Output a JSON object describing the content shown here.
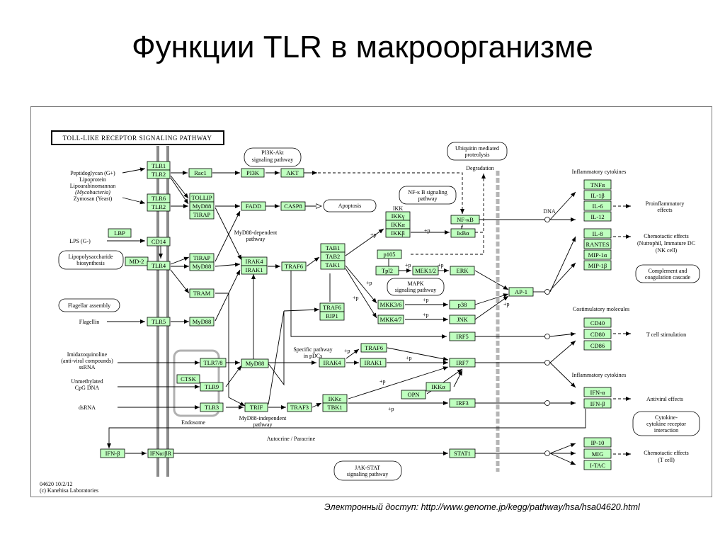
{
  "slide_title": "Функции TLR в макроорганизме",
  "caption": "Электронный доступ: http://www.genome.jp/kegg/pathway/hsa/hsa04620.html",
  "diagram": {
    "header": "TOLL-LIKE RECEPTOR SIGNALING PATHWAY",
    "footer_date": "04620 10/2/12",
    "footer_copyright": "(c) Kanehisa Laboratories",
    "ligands": {
      "pg_1": "Peptidoglycan (G+)",
      "pg_2": "Lipoprotein",
      "pg_3": "Lipoarabinomannan",
      "pg_4": "(Mycobacteria)",
      "pg_5": "Zymosan (Yeast)",
      "lps": "LPS (G-)",
      "flagellin": "Flagellin",
      "imid_1": "Imidazoquinoline",
      "imid_2": "(anti-viral compounds)",
      "imid_3": "ssRNA",
      "cpg_1": "Unmethylated",
      "cpg_2": "CpG DNA",
      "dsrna": "dsRNA"
    },
    "notes": {
      "lps_bio_1": "Lipopolysaccharide",
      "lps_bio_2": "biosynthesis",
      "flag_asm": "Flagellar assembly",
      "pi3k_1": "PI3K-Akt",
      "pi3k_2": "signaling pathway",
      "apoptosis": "Apoptosis",
      "nfkb_1": "NF-κ B signaling",
      "nfkb_2": "pathway",
      "ubiq_1": "Ubiquitin mediated",
      "ubiq_2": "proteolysis",
      "degradation": "Degradation",
      "mapk_1": "MAPK",
      "mapk_2": "signaling pathway",
      "myd88_dep_1": "MyD88-dependent",
      "myd88_dep_2": "pathway",
      "myd88_ind_1": "MyD88-independent",
      "myd88_ind_2": "pathway",
      "specific_1": "Specific pathway",
      "specific_2": "in pDCs",
      "endosome": "Endosome",
      "autocrine": "Autocrine / Paracrine",
      "jak_1": "JAK-STAT",
      "jak_2": "signaling pathway",
      "ikk": "IKK",
      "dna": "DNA",
      "complement_1": "Complement and",
      "complement_2": "coagulation cascade",
      "cytokine_1": "Cytokine-",
      "cytokine_2": "cytokine receptor",
      "cytokine_3": "interaction"
    },
    "outputs": {
      "infl_cyt_1": "Inflammatory cytokines",
      "proinfl_1": "Proinflammatory",
      "proinfl_2": "effects",
      "chemo_1": "Chemotactic effects",
      "chemo_2": "(Nutrophil, Immature DC",
      "chemo_3": "(NK cell)",
      "costim": "Costimulatory molecules",
      "tcell": "T cell stimulation",
      "infl_cyt_2": "Inflammatory cytokines",
      "antiviral": "Antiviral effects",
      "chemo2_1": "Chemotactic effects",
      "chemo2_2": "(T cell)"
    },
    "genes": {
      "tlr1": "TLR1",
      "tlr2a": "TLR2",
      "tlr6": "TLR6",
      "tlr2b": "TLR2",
      "lbp": "LBP",
      "cd14": "CD14",
      "md2": "MD-2",
      "tlr4": "TLR4",
      "tlr5": "TLR5",
      "tlr78": "TLR7/8",
      "ctsk": "CTSK",
      "tlr9": "TLR9",
      "tlr3": "TLR3",
      "rac1": "Rac1",
      "pi3k": "PI3K",
      "akt": "AKT",
      "tollip": "TOLLIP",
      "myd88a": "MyD88",
      "tirap1": "TIRAP",
      "fadd": "FADD",
      "casp8": "CASP8",
      "tirap2": "TIRAP",
      "myd88b": "MyD88",
      "tram": "TRAM",
      "myd88c": "MyD88",
      "irak4a": "IRAK4",
      "irak1a": "IRAK1",
      "traf6a": "TRAF6",
      "tab1": "TAB1",
      "tab2": "TAB2",
      "tak1": "TAK1",
      "ikkg": "IKKγ",
      "ikka": "IKKα",
      "ikkb": "IKKβ",
      "nfkb": "NF-κB",
      "ikba": "IκBα",
      "p105": "p105",
      "tpl2": "Tpl2",
      "mek12": "MEK1/2",
      "erk": "ERK",
      "traf6b": "TRAF6",
      "rip1": "RIP1",
      "mkk36": "MKK3/6",
      "mkk47": "MKK4/7",
      "p38": "p38",
      "jnk": "JNK",
      "ap1": "AP-1",
      "irf5": "IRF5",
      "myd88d": "MyD88",
      "irak4b": "IRAK4",
      "irak1b": "IRAK1",
      "traf6c": "TRAF6",
      "irf7": "IRF7",
      "ikka2": "IKKα",
      "opn": "OPN",
      "trif": "TRIF",
      "traf3": "TRAF3",
      "ikke": "IKKε",
      "tbk1": "TBK1",
      "irf3": "IRF3",
      "ifnb1": "IFN-β",
      "ifnab": "IFNα/βR",
      "stat1": "STAT1",
      "tnfa": "TNFα",
      "il1b": "IL-1β",
      "il6": "IL-6",
      "il12": "IL-12",
      "il8": "IL-8",
      "rantes": "RANTES",
      "mip1a": "MIP-1α",
      "mip1b": "MIP-1β",
      "cd40": "CD40",
      "cd80": "CD80",
      "cd86": "CD86",
      "ifna": "IFN-α",
      "ifnb2": "IFN-β",
      "ip10": "IP-10",
      "mig": "MIG",
      "itac": "I-TAC"
    },
    "phospho": "+p"
  }
}
